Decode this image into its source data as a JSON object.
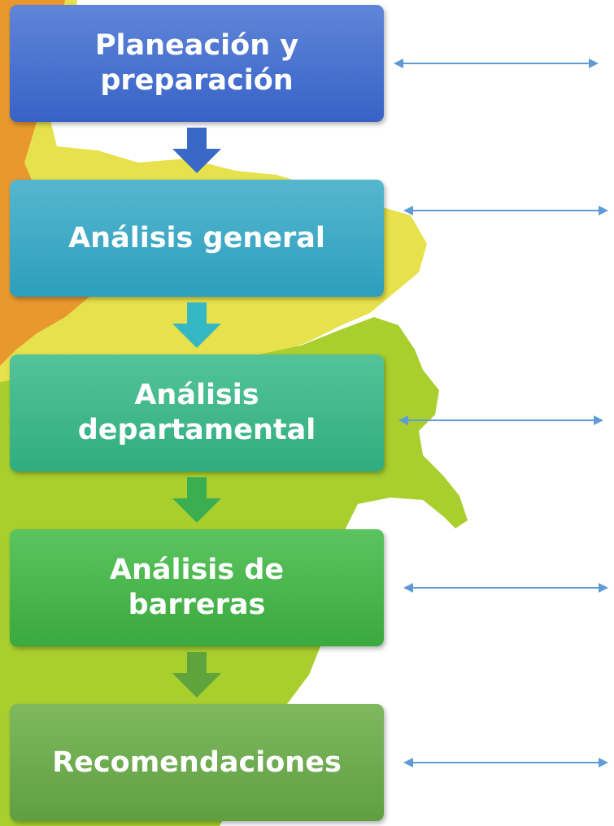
{
  "steps": [
    {
      "id": "planning",
      "label": "Planeación y\npreparación",
      "color_top": "#6085d8",
      "color_bottom": "#3763c7"
    },
    {
      "id": "general",
      "label": "Análisis general",
      "color_top": "#56b6cf",
      "color_bottom": "#2c9fbd"
    },
    {
      "id": "departmental",
      "label": "Análisis\ndepartamental",
      "color_top": "#54c39a",
      "color_bottom": "#2fad7f"
    },
    {
      "id": "barriers",
      "label": "Análisis de\nbarreras",
      "color_top": "#5cc45f",
      "color_bottom": "#3aa93e"
    },
    {
      "id": "recommendations",
      "label": "Recomendaciones",
      "color_top": "#7fb85f",
      "color_bottom": "#5f9f42"
    }
  ],
  "connector_color": "#5f9bd6",
  "background_colors": {
    "orange": "#e8982d",
    "yellow": "#e6e14c",
    "green": "#a9cf2e"
  }
}
